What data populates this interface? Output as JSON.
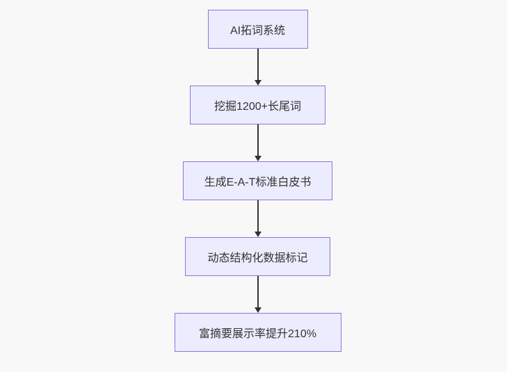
{
  "page": {
    "background_color": "#f8f8f8"
  },
  "flowchart": {
    "type": "flowchart",
    "direction": "top-down",
    "node_fill_color": "#ECECFF",
    "node_border_color": "#9370DB",
    "text_color": "#333333",
    "arrow_color": "#333333",
    "nodes": [
      {
        "label": "AI拓词系统"
      },
      {
        "label": "挖掘1200+长尾词"
      },
      {
        "label": "生成E-A-T标准白皮书"
      },
      {
        "label": "动态结构化数据标记"
      },
      {
        "label": "富摘要展示率提升210%"
      }
    ],
    "edges": [
      {
        "from": 0,
        "to": 1
      },
      {
        "from": 1,
        "to": 2
      },
      {
        "from": 2,
        "to": 3
      },
      {
        "from": 3,
        "to": 4
      }
    ]
  }
}
